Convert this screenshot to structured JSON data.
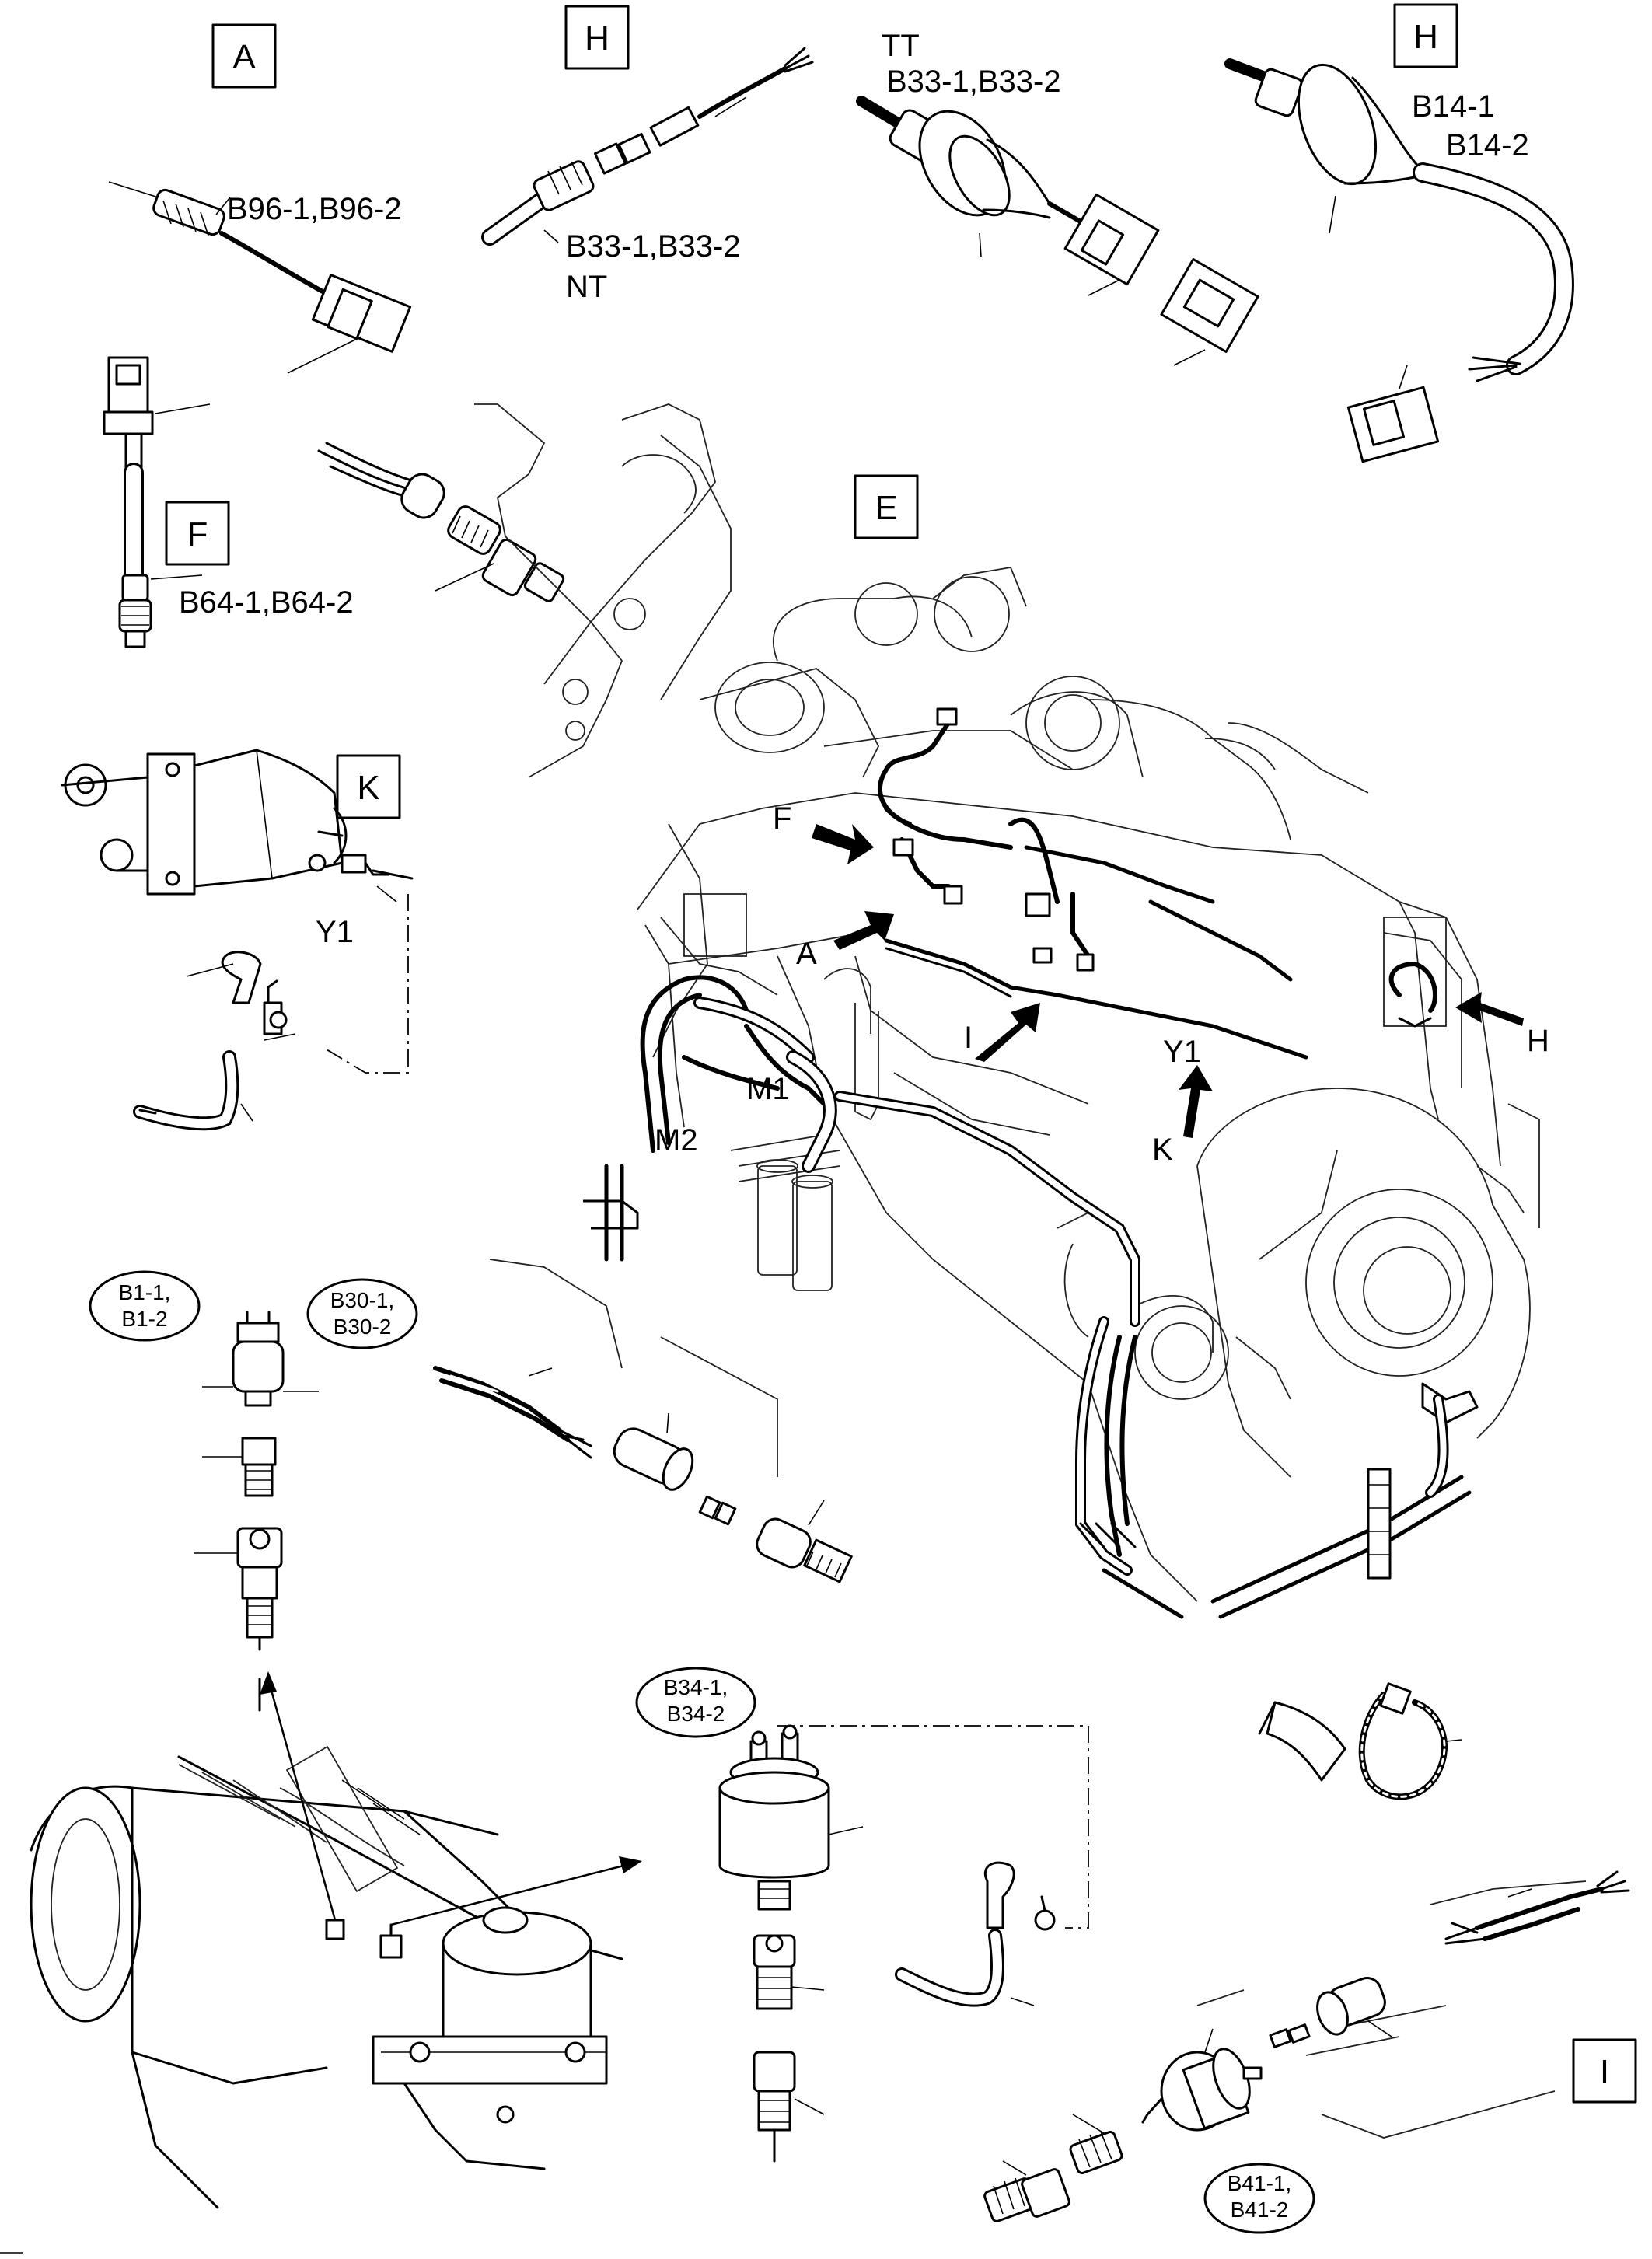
{
  "views": {
    "A": "A",
    "H1": "H",
    "H2": "H",
    "F": "F",
    "E": "E",
    "K": "K",
    "I": "I"
  },
  "parts": {
    "b96": "B96-1,B96-2",
    "b33_nt": "B33-1,B33-2",
    "nt": "NT",
    "tt": "TT",
    "b33_tt": "B33-1,B33-2",
    "b14_1": "B14-1",
    "b14_2": "B14-2",
    "b64": "B64-1,B64-2",
    "y1_detail": "Y1",
    "b1_1": "B1-1,",
    "b1_2": "B1-2",
    "b30_1": "B30-1,",
    "b30_2": "B30-2",
    "b34_1": "B34-1,",
    "b34_2": "B34-2",
    "b41_1": "B41-1,",
    "b41_2": "B41-2"
  },
  "callouts": {
    "f": "F",
    "a": "A",
    "i": "I",
    "m1": "M1",
    "m2": "M2",
    "y1": "Y1",
    "k": "K",
    "h": "H"
  }
}
